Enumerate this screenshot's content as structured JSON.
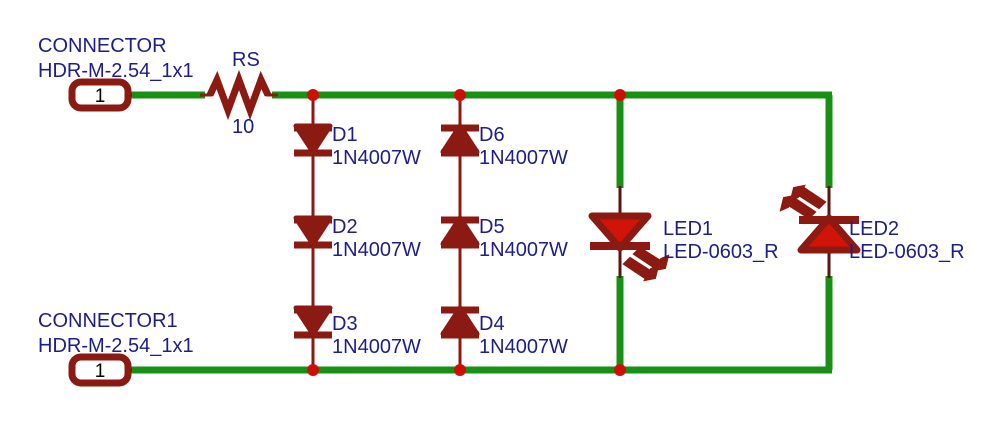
{
  "title": "LED protection circuit schematic",
  "colors": {
    "wire_green": "#179014",
    "part_dark_red": "#8b1a12",
    "led_fill_red": "#d01408",
    "pin_wire": "#241210",
    "label_blue": "#1d1d8c",
    "junction_red": "#cc1006",
    "background": "#ffffff"
  },
  "components": {
    "connector_top": {
      "designator": "CONNECTOR",
      "footprint": "HDR-M-2.54_1x1",
      "pin_number": "1"
    },
    "connector_bottom": {
      "designator": "CONNECTOR1",
      "footprint": "HDR-M-2.54_1x1",
      "pin_number": "1"
    },
    "resistor": {
      "designator": "RS",
      "value": "10"
    },
    "diodes": [
      {
        "designator": "D1",
        "part": "1N4007W",
        "orientation": "down"
      },
      {
        "designator": "D2",
        "part": "1N4007W",
        "orientation": "down"
      },
      {
        "designator": "D3",
        "part": "1N4007W",
        "orientation": "down"
      },
      {
        "designator": "D4",
        "part": "1N4007W",
        "orientation": "up"
      },
      {
        "designator": "D5",
        "part": "1N4007W",
        "orientation": "up"
      },
      {
        "designator": "D6",
        "part": "1N4007W",
        "orientation": "up"
      }
    ],
    "leds": [
      {
        "designator": "LED1",
        "part": "LED-0603_R",
        "orientation": "down"
      },
      {
        "designator": "LED2",
        "part": "LED-0603_R",
        "orientation": "up"
      }
    ]
  },
  "labels": {
    "connector_top_designator": "CONNECTOR",
    "connector_top_footprint": "HDR-M-2.54_1x1",
    "connector_top_pin": "1",
    "connector_bottom_designator": "CONNECTOR1",
    "connector_bottom_footprint": "HDR-M-2.54_1x1",
    "connector_bottom_pin": "1",
    "rs_designator": "RS",
    "rs_value": "10",
    "d1_designator": "D1",
    "d1_part": "1N4007W",
    "d2_designator": "D2",
    "d2_part": "1N4007W",
    "d3_designator": "D3",
    "d3_part": "1N4007W",
    "d4_designator": "D4",
    "d4_part": "1N4007W",
    "d5_designator": "D5",
    "d5_part": "1N4007W",
    "d6_designator": "D6",
    "d6_part": "1N4007W",
    "led1_designator": "LED1",
    "led1_part": "LED-0603_R",
    "led2_designator": "LED2",
    "led2_part": "LED-0603_R"
  }
}
